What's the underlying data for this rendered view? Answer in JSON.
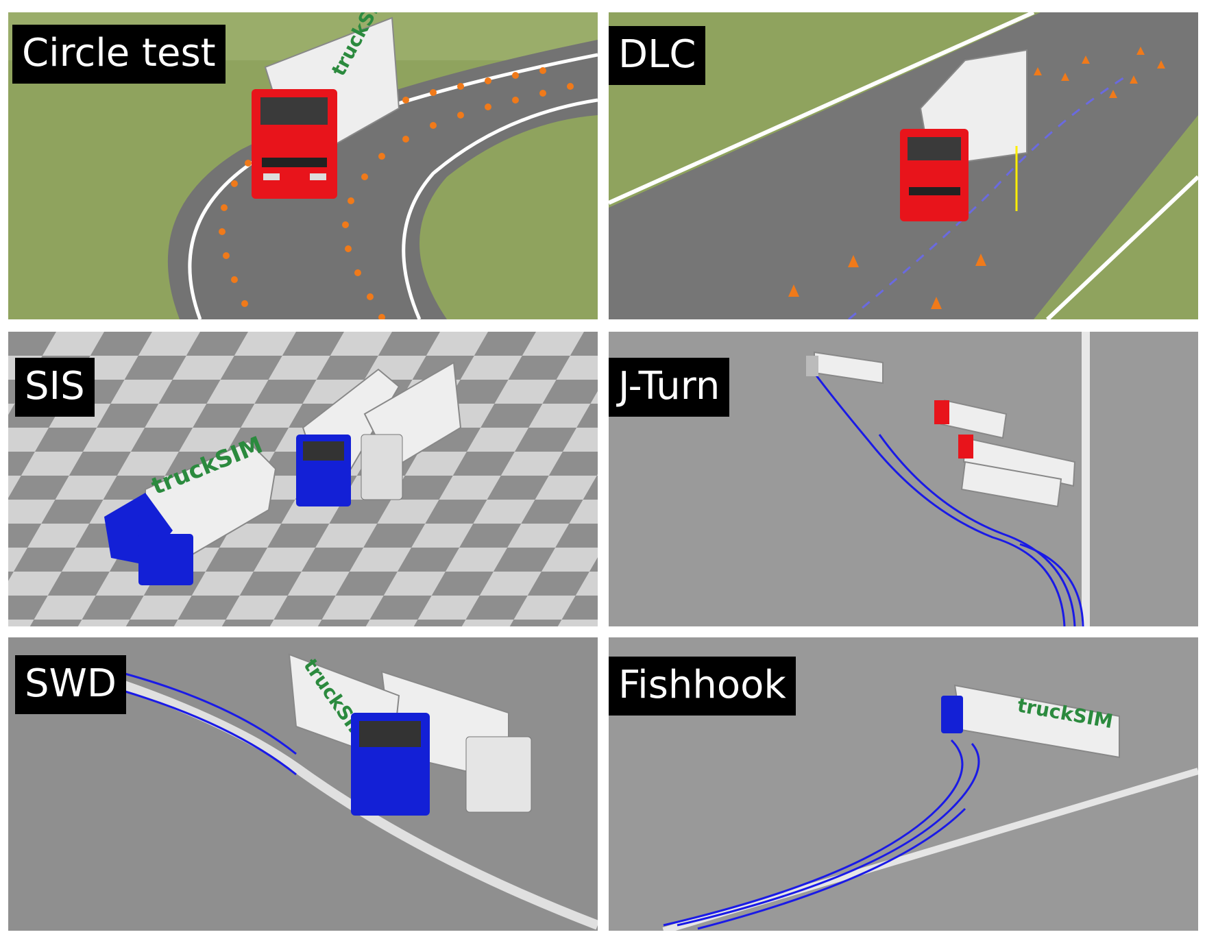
{
  "figure": {
    "panels": [
      {
        "label": "Circle test",
        "truck_color": "#e8141b"
      },
      {
        "label": "DLC",
        "truck_color": "#e8141b"
      },
      {
        "label": "SIS",
        "truck_color": "#1320d6"
      },
      {
        "label": "J-Turn",
        "truck_color": "#e8141b"
      },
      {
        "label": "SWD",
        "truck_color": "#1320d6"
      },
      {
        "label": "Fishhook",
        "truck_color": "#1320d6"
      }
    ],
    "trailer_brand": "truckSIM",
    "colors": {
      "grass": "#8fa35e",
      "asphalt": "#7d7d7d",
      "pavement": "#9a9a9a",
      "cone": "#f07a1a",
      "tire_track": "#1a1ae6",
      "trailer": "#eeeeee"
    }
  }
}
